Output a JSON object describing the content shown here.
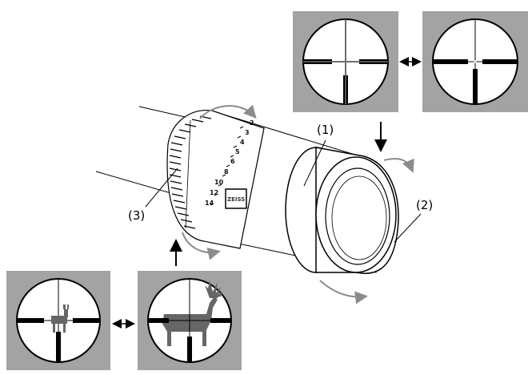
{
  "labels": {
    "l1": "(1)",
    "l2": "(2)",
    "l3": "(3)"
  },
  "scale_ticks": [
    "2",
    "3",
    "4",
    "5",
    "6",
    "8",
    "10",
    "12",
    "14"
  ],
  "brand_text": "ZEISS",
  "colors": {
    "panel": "#a3a3a3",
    "reticle_bg": "#ffffff",
    "ink": "#000000",
    "arrow_gray": "#8c8c8c",
    "deer": "#666666"
  },
  "icons": {
    "double_arrow": "double-arrow-icon",
    "down_arrow": "arrow-down-icon",
    "up_arrow": "arrow-up-icon",
    "rotate_arrow": "rotation-arrow-icon",
    "deer": "deer-icon"
  }
}
